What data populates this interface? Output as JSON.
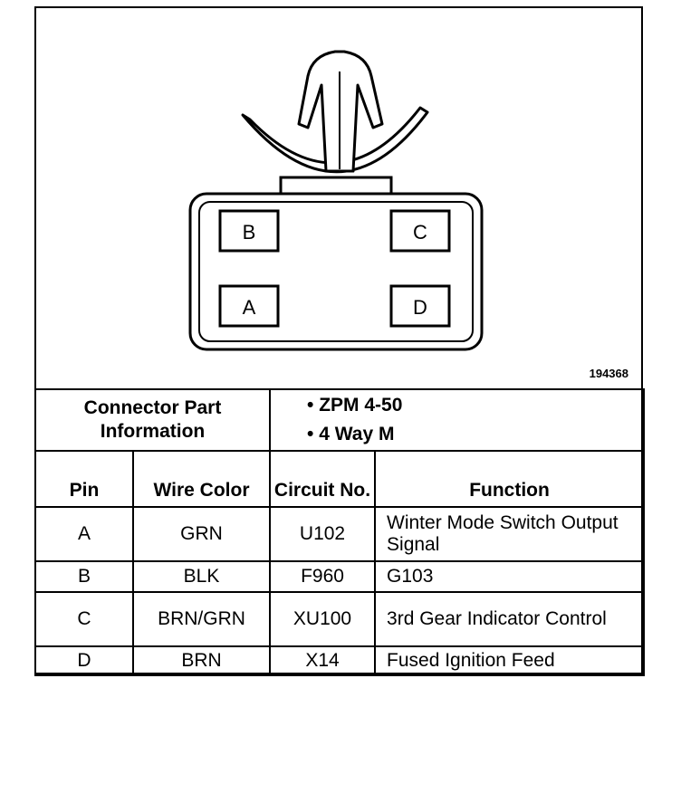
{
  "figure_id": "194368",
  "connector": {
    "pin_labels": [
      "B",
      "C",
      "A",
      "D"
    ]
  },
  "info": {
    "header": "Connector Part Information",
    "items": [
      "ZPM 4-50",
      "4 Way M"
    ]
  },
  "table": {
    "headers": {
      "pin": "Pin",
      "wire_color": "Wire Color",
      "circuit_no": "Circuit No.",
      "function": "Function"
    },
    "rows": [
      {
        "pin": "A",
        "wire_color": "GRN",
        "circuit": "U102",
        "function": "Winter Mode Switch Output Signal"
      },
      {
        "pin": "B",
        "wire_color": "BLK",
        "circuit": "F960",
        "function": "G103"
      },
      {
        "pin": "C",
        "wire_color": "BRN/GRN",
        "circuit": "XU100",
        "function": "3rd Gear Indicator Control"
      },
      {
        "pin": "D",
        "wire_color": "BRN",
        "circuit": "X14",
        "function": "Fused Ignition Feed"
      }
    ]
  }
}
